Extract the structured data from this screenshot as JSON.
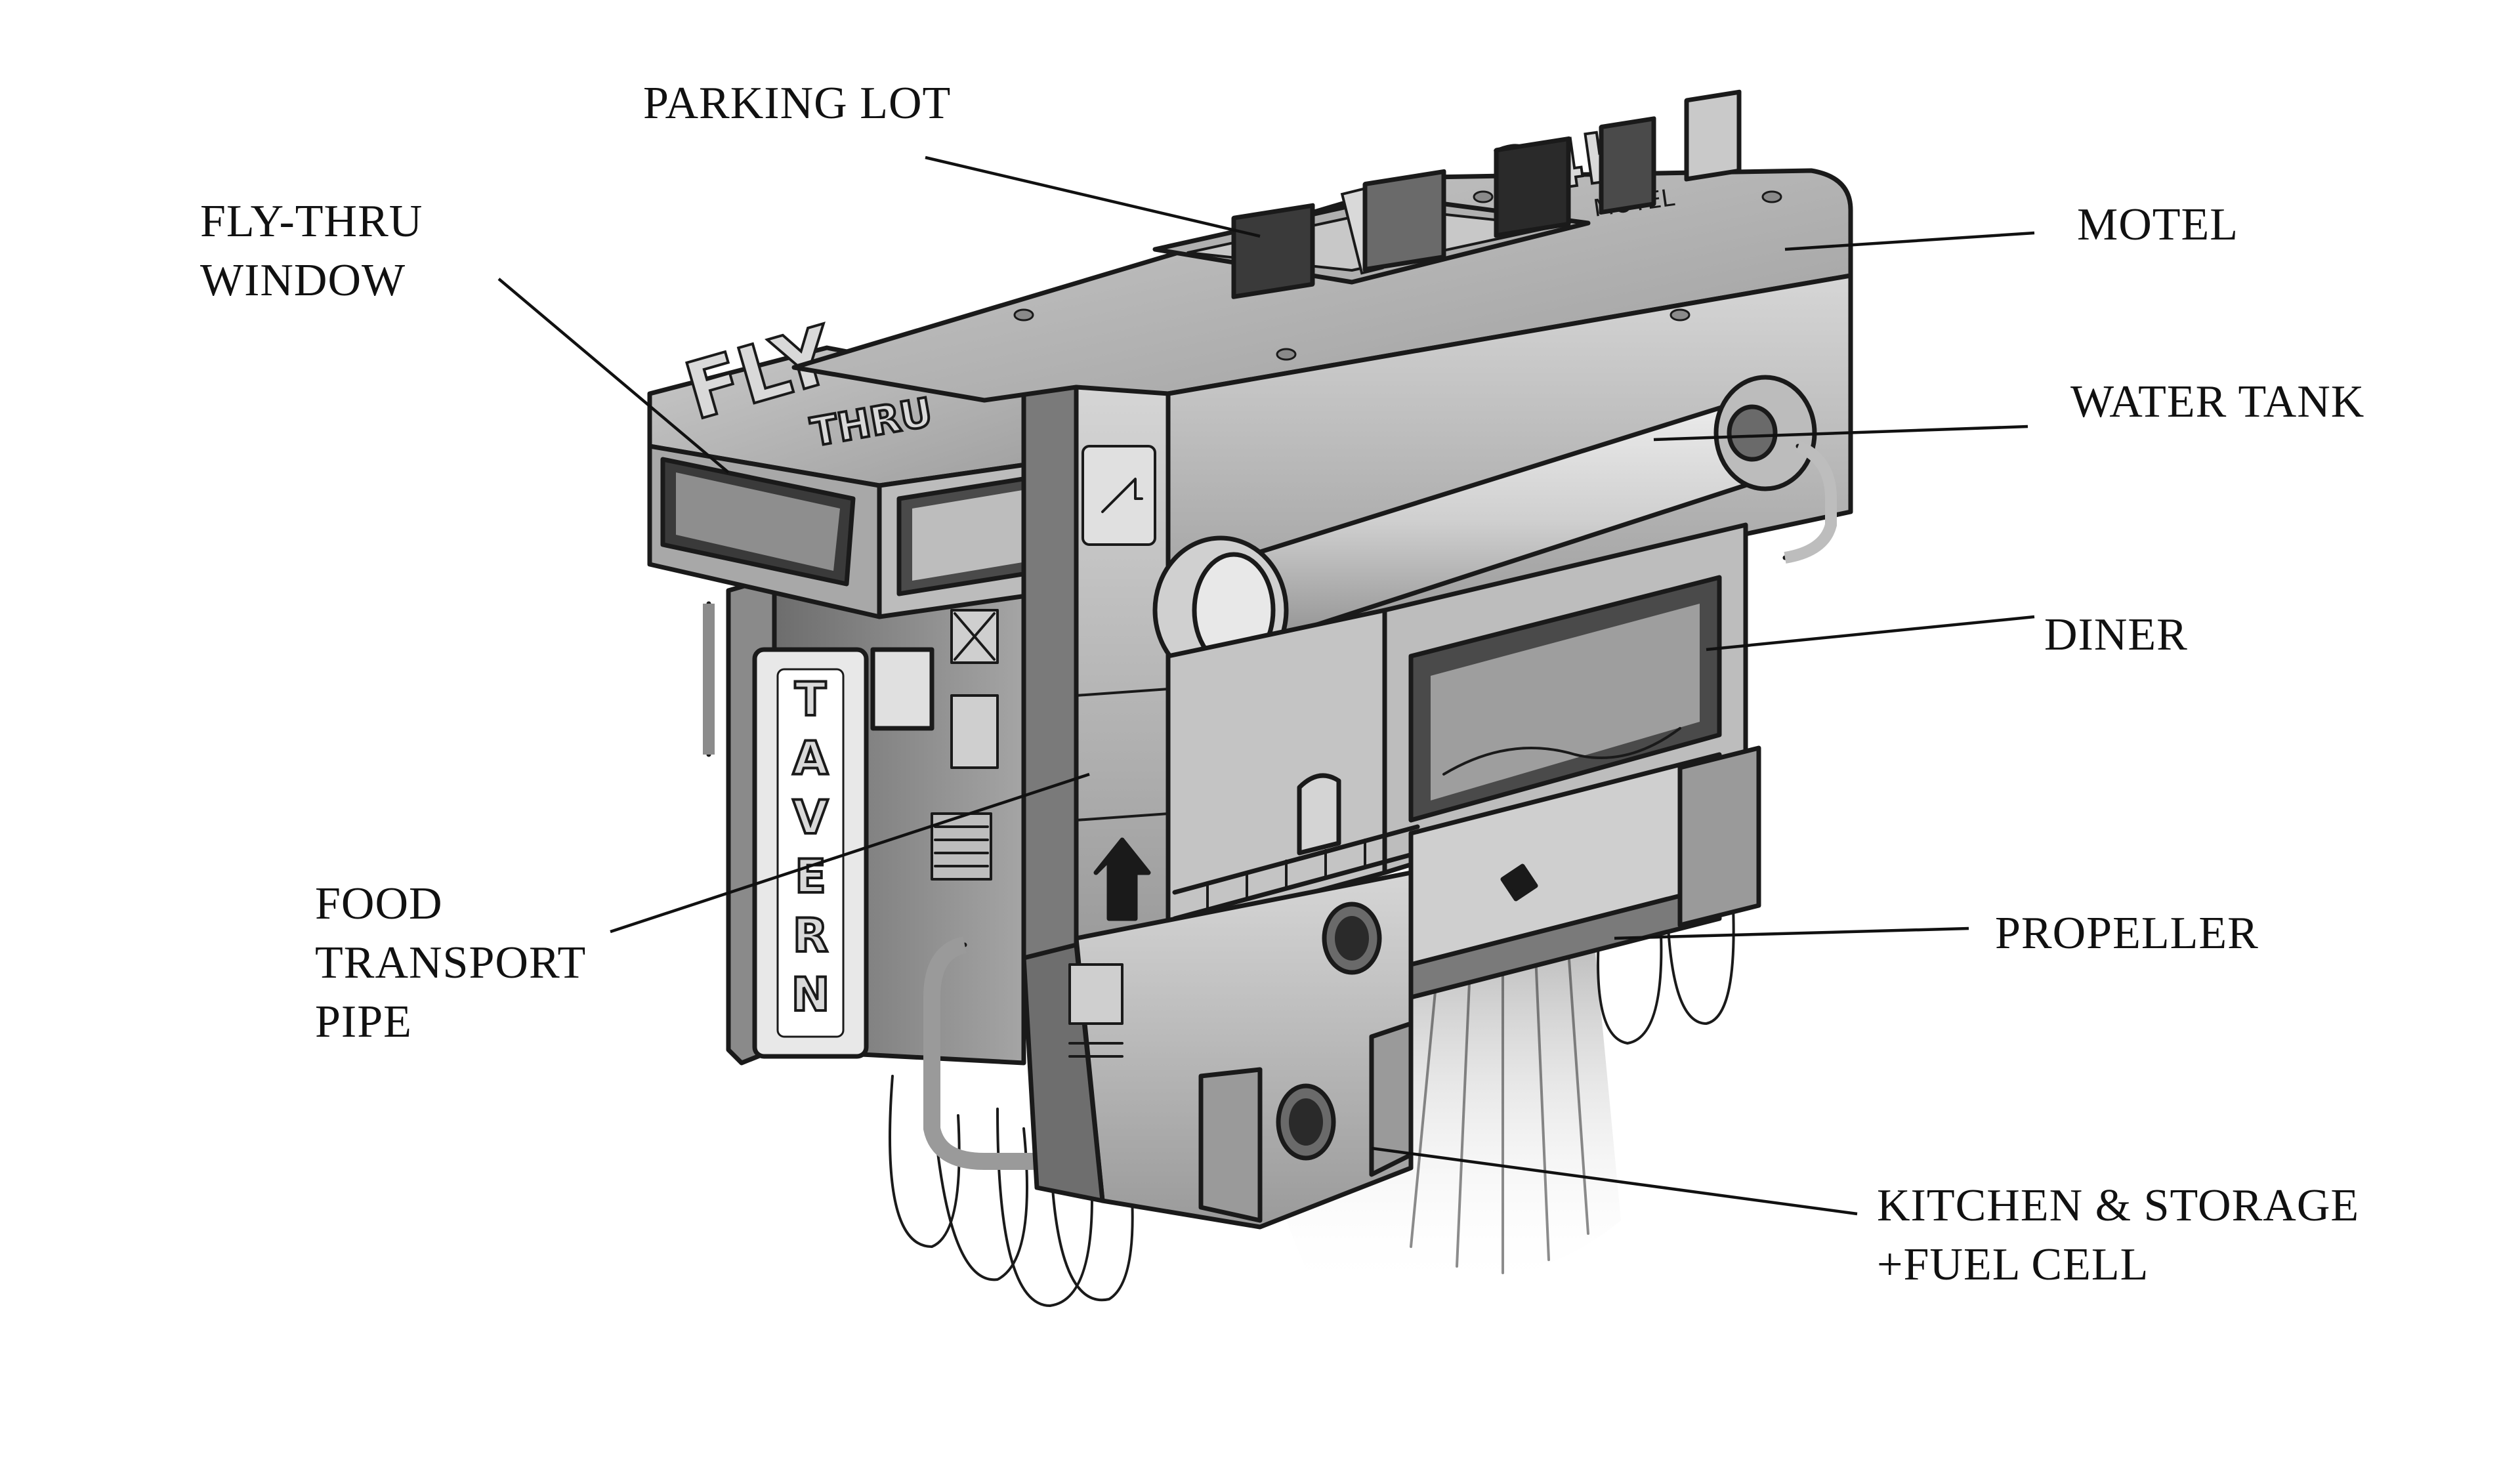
{
  "labels": {
    "parking_lot": "PARKING LOT",
    "fly_thru_window": [
      "FLY-THRU",
      "WINDOW"
    ],
    "motel": "MOTEL",
    "water_tank": "WATER TANK",
    "diner": "DINER",
    "food_transport_pipe": [
      "FOOD",
      "TRANSPORT",
      "PIPE"
    ],
    "propeller": "PROPELLER",
    "kitchen_storage_fuel": [
      "KITCHEN & STORAGE",
      "+FUEL CELL"
    ]
  },
  "signage": {
    "fly": "FLY",
    "thru": "THRU",
    "parking": "P",
    "motel_number": "24h",
    "motel": "MOTEL",
    "tavern_letters": [
      "T",
      "A",
      "V",
      "E",
      "R",
      "N"
    ]
  }
}
